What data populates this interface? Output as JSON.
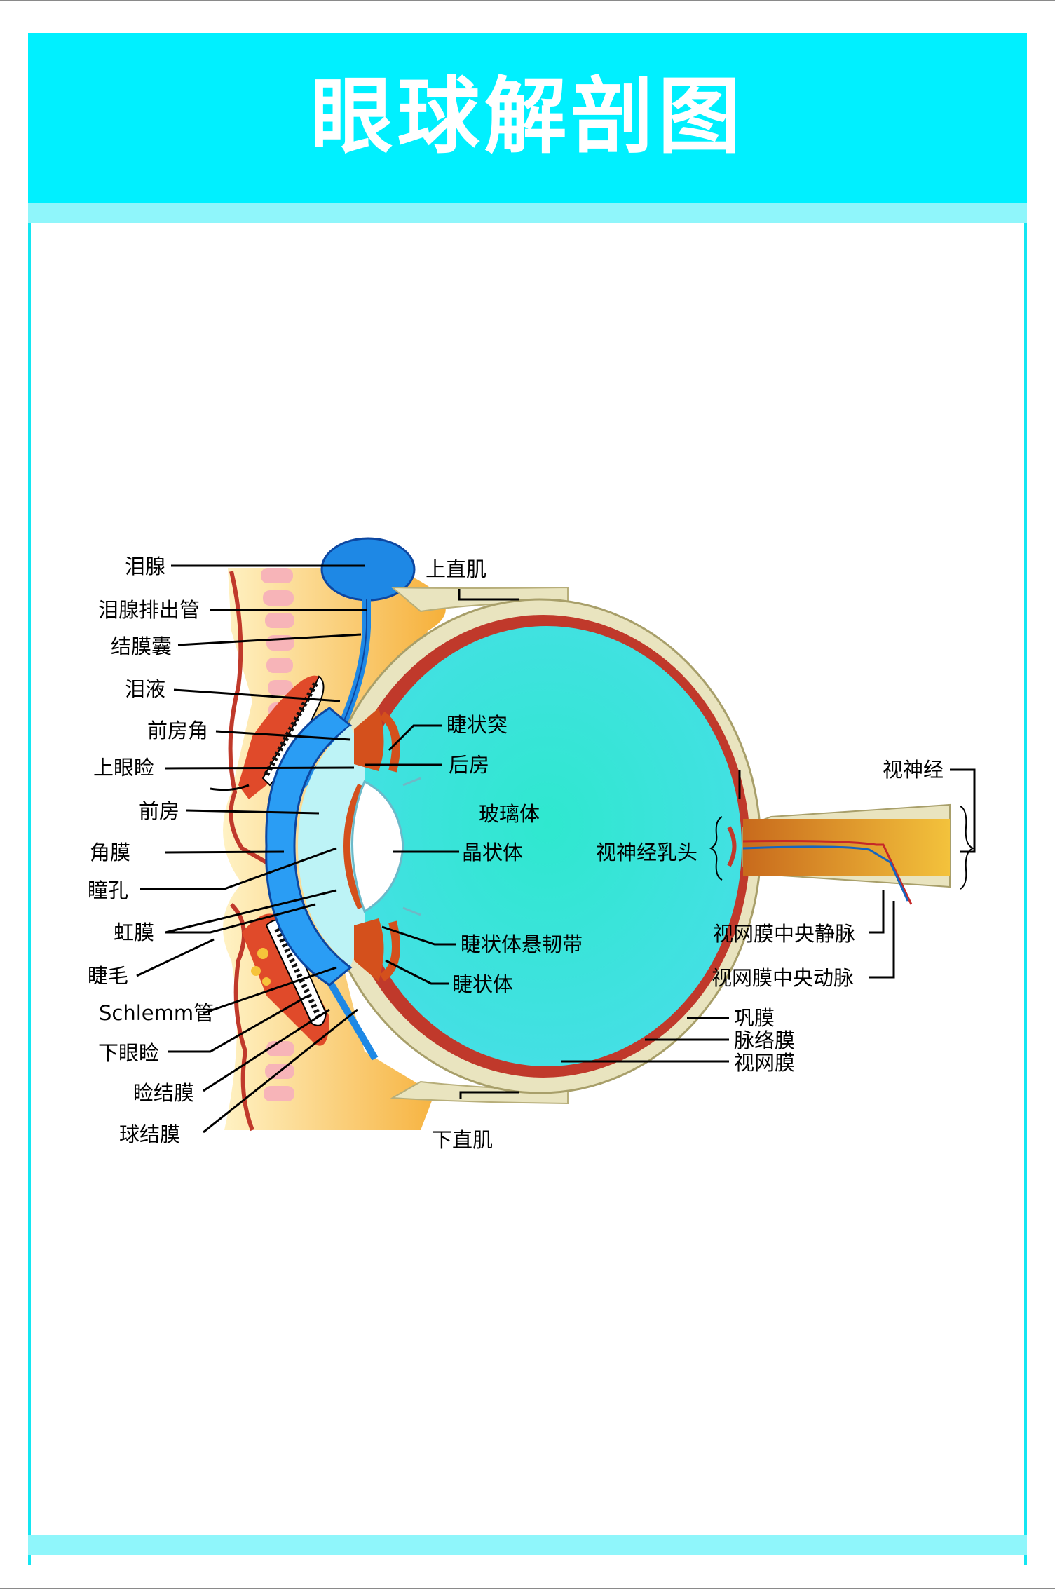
{
  "header": {
    "title": "眼球解剖图"
  },
  "colors": {
    "header_band": "#00f0ff",
    "header_strip": "#8ff6fb",
    "vitreous": "#37e8d6",
    "retina": "#c0392b",
    "sclera": "#e9e4bf",
    "lacrimal_gland": "#1e88e5",
    "cornea": "#2a9df4",
    "ciliary": "#d4501c",
    "eyelid_skin": "#fbbf4a",
    "optic_nerve": "#d98a2c"
  },
  "labels": {
    "lacrimal_gland": "泪腺",
    "lacrimal_duct": "泪腺排出管",
    "conjunctival_sac": "结膜囊",
    "tears": "泪液",
    "anterior_chamber_angle": "前房角",
    "upper_eyelid": "上眼睑",
    "anterior_chamber": "前房",
    "cornea": "角膜",
    "pupil": "瞳孔",
    "iris": "虹膜",
    "eyelash": "睫毛",
    "schlemm_canal": "Schlemm管",
    "lower_eyelid": "下眼睑",
    "palpebral_conjunctiva": "睑结膜",
    "bulbar_conjunctiva": "球结膜",
    "superior_rectus": "上直肌",
    "ciliary_process": "睫状突",
    "posterior_chamber": "后房",
    "vitreous_body": "玻璃体",
    "lens": "晶状体",
    "zonule": "睫状体悬韧带",
    "ciliary_body": "睫状体",
    "inferior_rectus": "下直肌",
    "optic_disc": "视神经乳头",
    "optic_nerve": "视神经",
    "central_retinal_vein": "视网膜中央静脉",
    "central_retinal_artery": "视网膜中央动脉",
    "sclera": "巩膜",
    "choroid": "脉络膜",
    "retina": "视网膜"
  }
}
